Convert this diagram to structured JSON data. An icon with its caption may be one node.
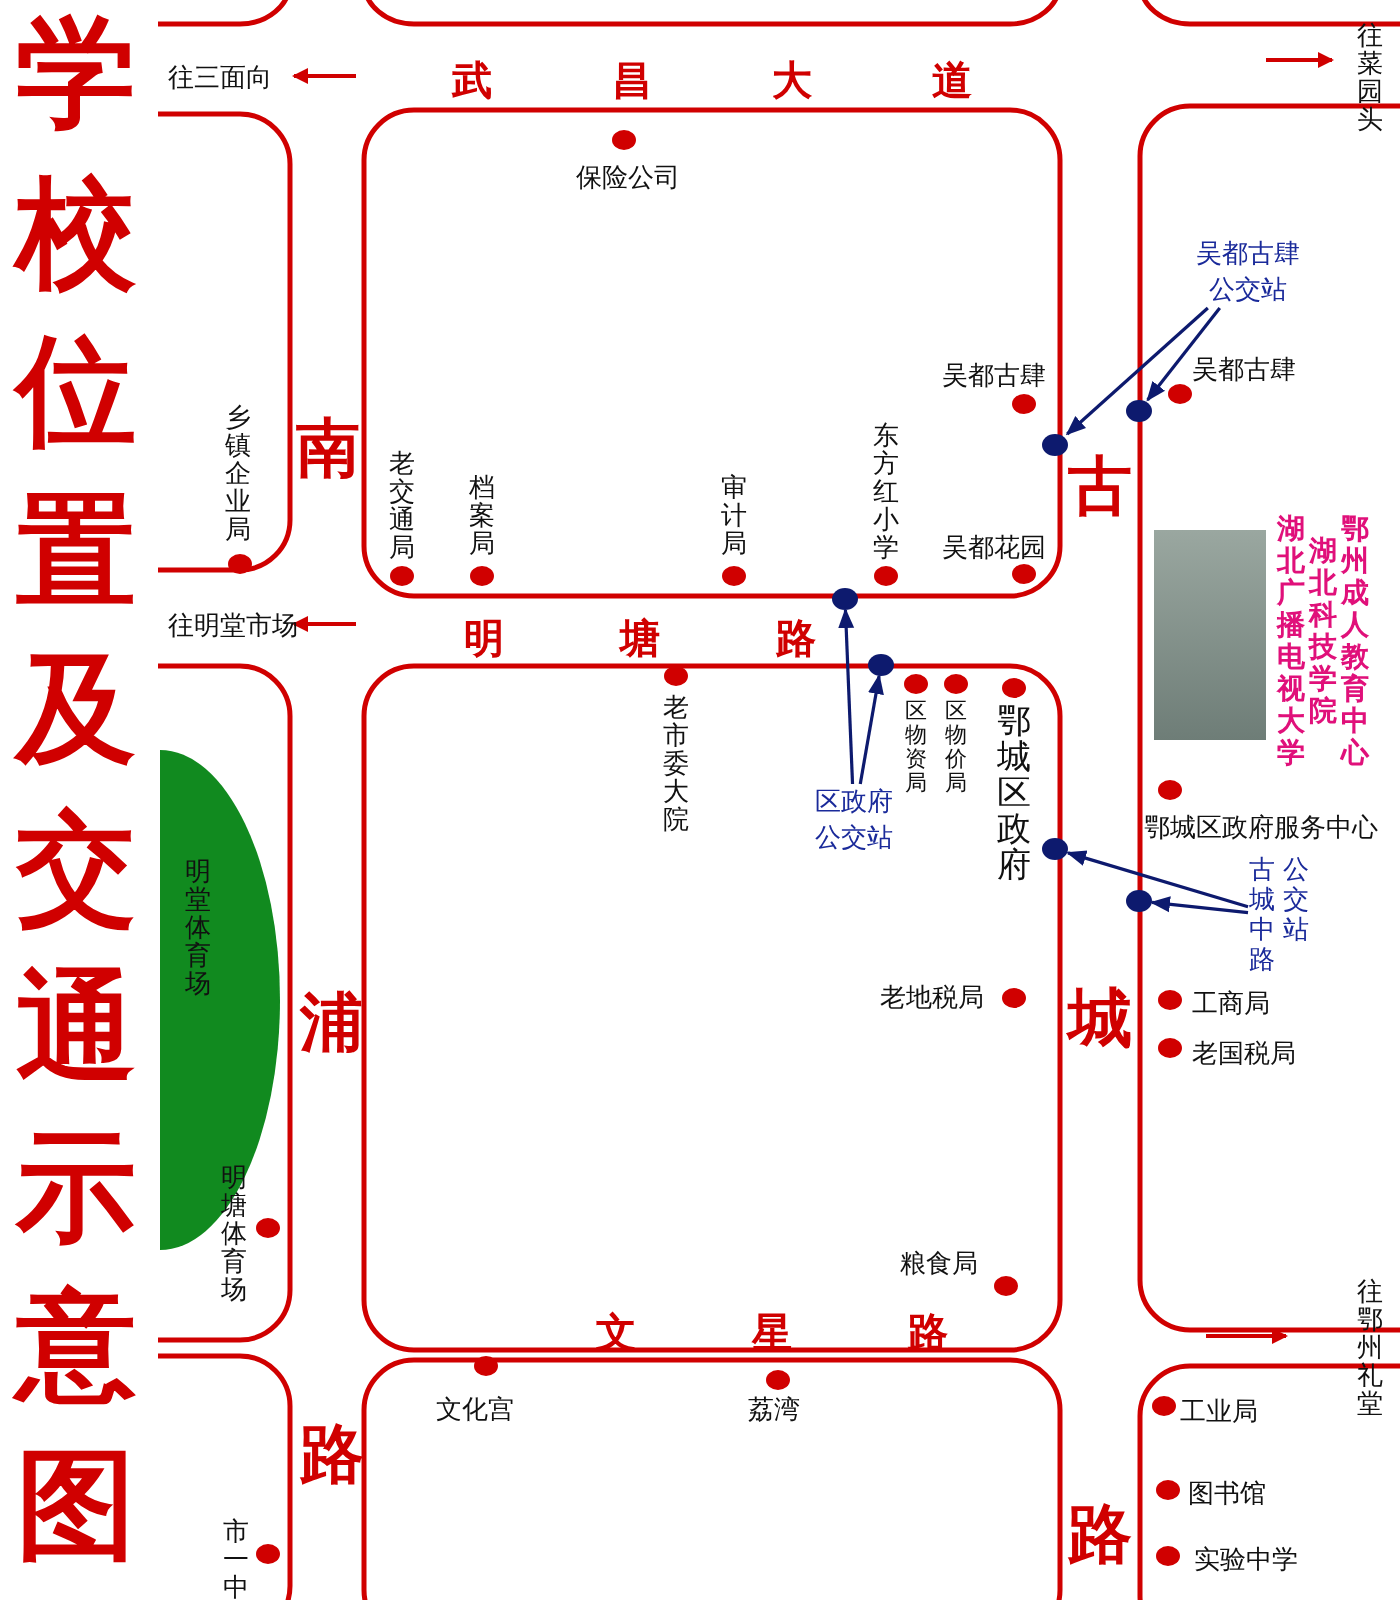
{
  "diagram": {
    "title": "学校位置及交通示意图",
    "nodes": [
      {
        "text": [
          "吴都古肆公交站"
        ]
      },
      {
        "text": [],
        "shape": "circle"
      },
      {
        "text": [],
        "shape": "circle"
      },
      {
        "text": [
          "区政府公交站"
        ]
      },
      {
        "text": [],
        "shape": "circle"
      },
      {
        "text": [],
        "shape": "circle"
      },
      {
        "text": [
          "古城中路",
          "公交站"
        ]
      },
      {
        "text": [],
        "shape": "circle"
      },
      {
        "text": [],
        "shape": "circle"
      }
    ],
    "edges": [
      {
        "from": 0,
        "to": 1,
        "arrow": "to"
      },
      {
        "from": 0,
        "to": 2,
        "arrow": "to"
      },
      {
        "from": 3,
        "to": 4,
        "arrow": "to"
      },
      {
        "from": 3,
        "to": 5,
        "arrow": "to"
      },
      {
        "from": 6,
        "to": 7,
        "arrow": "to"
      },
      {
        "from": 6,
        "to": 8,
        "arrow": "to"
      }
    ],
    "labels": [
      "往三面向",
      "武昌大道",
      "往菜园头",
      "保险公司",
      "吴都古肆",
      "东方红小学",
      "吴都花园",
      "乡镇企业局",
      "南",
      "老交通局",
      "档案局",
      "审计局",
      "古",
      "吴都古肆",
      "湖北广播电视大学",
      "湖北科技学院",
      "鄂州成人教育中心",
      "往明堂市场",
      "明塘路",
      "老市委大院",
      "区物资局",
      "区物价局",
      "鄂城区政府",
      "鄂城区政府服务中心",
      "明堂体育场",
      "浦",
      "老地税局",
      "城",
      "工商局",
      "老国税局",
      "明塘体育场",
      "粮食局",
      "文星路",
      "往鄂州礼堂",
      "文化宫",
      "荔湾",
      "路",
      "工业局",
      "图书馆",
      "路",
      "市一中",
      "实验中学"
    ]
  }
}
